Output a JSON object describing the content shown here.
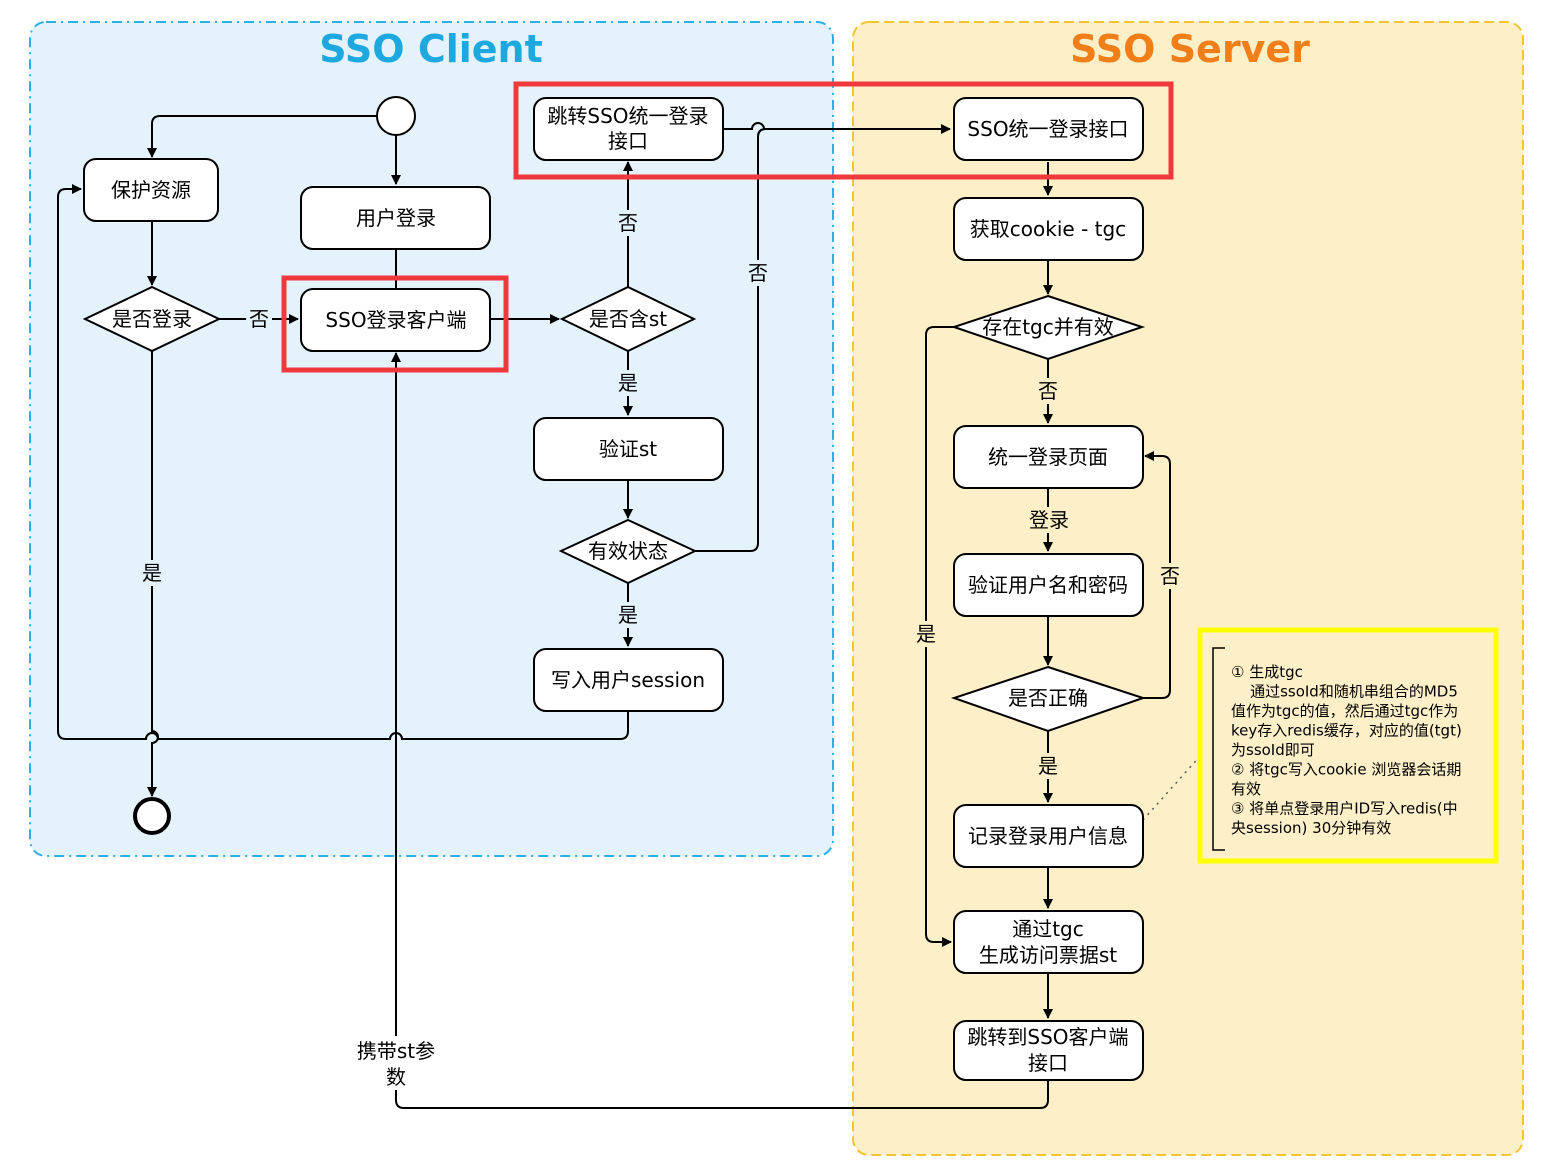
{
  "regions": {
    "client_title": "SSO Client",
    "server_title": "SSO Server"
  },
  "nodes": {
    "protect": "保护资源",
    "user_login": "用户登录",
    "is_logged": "是否登录",
    "sso_client": "SSO登录客户端",
    "has_st": "是否含st",
    "jump_1": "跳转SSO统一登录",
    "jump_2": "接口",
    "verify_st": "验证st",
    "valid_state": "有效状态",
    "write_session": "写入用户session",
    "sso_login_api": "SSO统一登录接口",
    "get_cookie": "获取cookie - tgc",
    "tgc_valid": "存在tgc并有效",
    "login_page": "统一登录页面",
    "verify_pwd": "验证用户名和密码",
    "is_correct": "是否正确",
    "record_user": "记录登录用户信息",
    "gen_st_1": "通过tgc",
    "gen_st_2": "生成访问票据st",
    "jump_client_1": "跳转到SSO客户端",
    "jump_client_2": "接口"
  },
  "edge_labels": {
    "no_1": "否",
    "yes_1": "是",
    "no_2": "否",
    "yes_2": "是",
    "no_3": "否",
    "yes_3": "是",
    "no_4": "否",
    "login": "登录",
    "no_5": "否",
    "yes_4": "是",
    "yes_5": "是",
    "carry_1": "携带st参",
    "carry_2": "数"
  },
  "note": {
    "lines": [
      "① 生成tgc",
      "    通过ssoId和随机串组合的MD5",
      "值作为tgc的值，然后通过tgc作为",
      "key存入redis缓存，对应的值(tgt)",
      "为ssoId即可",
      "② 将tgc写入cookie 浏览器会话期",
      "有效",
      "③ 将单点登录用户ID写入redis(中",
      "央session) 30分钟有效"
    ]
  },
  "colors": {
    "client_fill": "#e3f2fb",
    "client_border": "#29b1e6",
    "client_title": "#1ea8e0",
    "server_fill": "#fdf0c8",
    "server_border": "#f5c531",
    "server_title": "#f07f1a",
    "highlight_red": "#f0393d",
    "highlight_yellow": "#ffff00"
  }
}
